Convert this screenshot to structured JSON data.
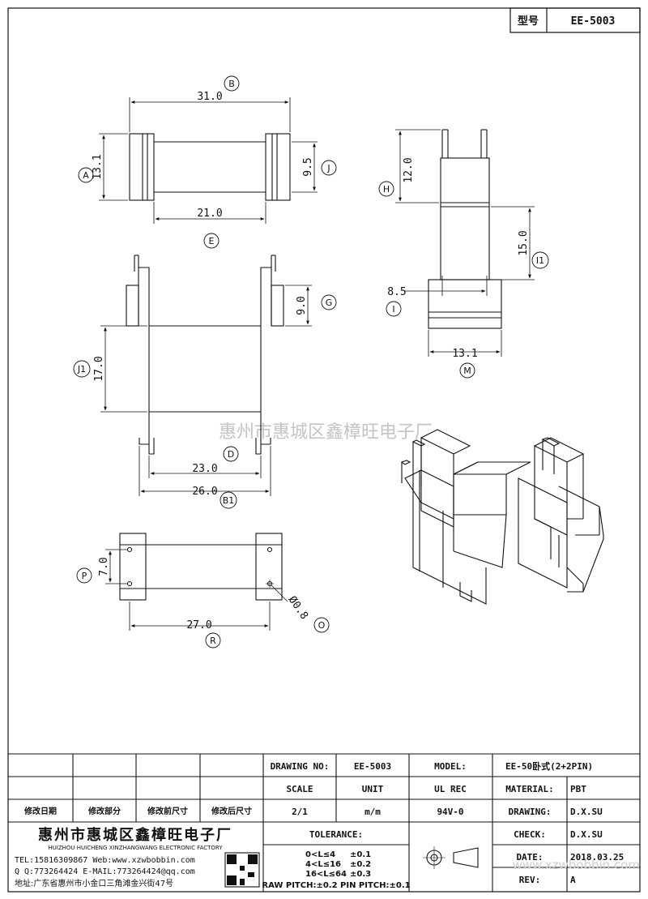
{
  "header": {
    "model_label": "型号",
    "model_value": "EE-5003"
  },
  "dims": {
    "B": "31.0",
    "A": "13.1",
    "J": "9.5",
    "E": "21.0",
    "H": "12.0",
    "I1": "15.0",
    "I": "8.5",
    "M": "13.1",
    "G": "9.0",
    "J1": "17.0",
    "D": "23.0",
    "B1": "26.0",
    "P": "7.0",
    "O": "Ø0.8",
    "R": "27.0"
  },
  "callouts": {
    "B": "B",
    "A": "A",
    "J": "J",
    "E": "E",
    "H": "H",
    "I1": "I1",
    "I": "I",
    "M": "M",
    "G": "G",
    "J1": "J1",
    "D": "D",
    "B1": "B1",
    "P": "P",
    "O": "O",
    "R": "R"
  },
  "watermark": "惠州市惠城区鑫樟旺电子厂",
  "title_block": {
    "drawing_no_label": "DRAWING NO:",
    "drawing_no": "EE-5003",
    "model_label": "MODEL:",
    "model": "EE-50卧式(2+2PIN)",
    "scale_label": "SCALE",
    "unit_label": "UNIT",
    "ul_label": "UL REC",
    "material_label": "MATERIAL:",
    "material": "PBT",
    "scale": "2/1",
    "unit": "m/m",
    "ul": "94V-0",
    "drawing_label": "DRAWING:",
    "drawing": "D.X.SU",
    "check_label": "CHECK:",
    "check": "D.X.SU",
    "date_label": "DATE:",
    "date": "2018.03.25",
    "rev_label": "REV:",
    "rev": "A",
    "tolerance_label": "TOLERANCE:",
    "tol1": "0<L≤4",
    "tol1v": "±0.1",
    "tol2": "4<L≤16",
    "tol2v": "±0.2",
    "tol3": "16<L≤64",
    "tol3v": "±0.3",
    "pitch": "RAW PITCH:±0.2 PIN PITCH:±0.1",
    "rev_headers": [
      "修改日期",
      "修改部分",
      "修改前尺寸",
      "修改后尺寸"
    ]
  },
  "company": {
    "name_cn": "惠州市惠城区鑫樟旺电子厂",
    "name_en": "HUIZHOU HUICHENG XINZHANGWANG ELECTRONIC FACTORY",
    "tel": "TEL:15816309867 Web:www.xzwbobbin.com",
    "qq": "Q Q:773264424 E-MAIL:773264424@qq.com",
    "address": "地址:广东省惠州市小金口三角滩金兴街47号"
  },
  "website": "www.xzwbobbin.com"
}
